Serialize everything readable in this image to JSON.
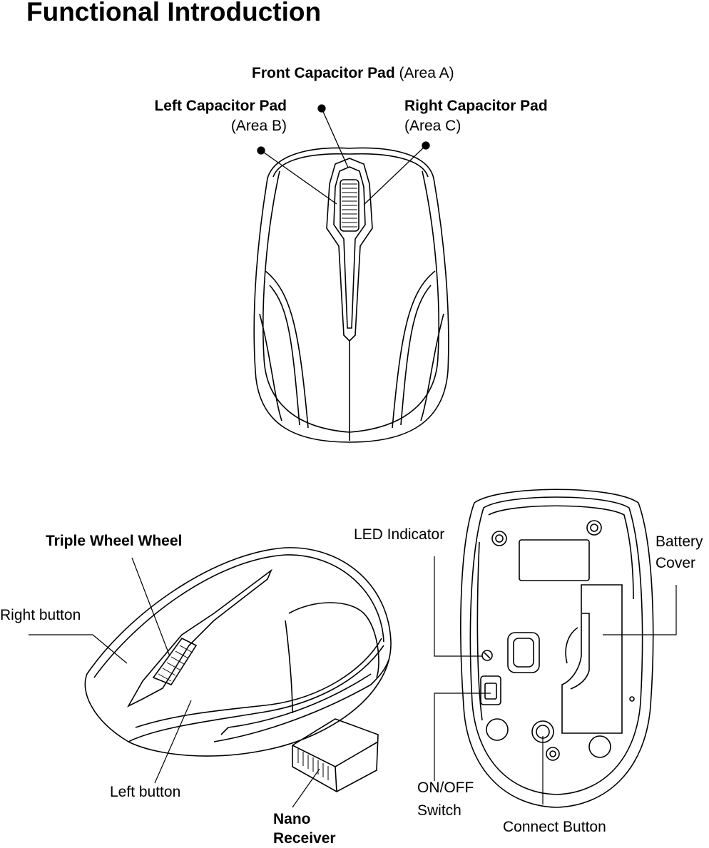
{
  "title": "Functional Introduction",
  "top_view": {
    "front_pad": {
      "name": "Front Capacitor Pad",
      "area": "(Area A)"
    },
    "left_pad": {
      "name": "Left Capacitor Pad",
      "area": "(Area B)"
    },
    "right_pad": {
      "name": "Right Capacitor Pad",
      "area": "(Area C)"
    }
  },
  "side_view": {
    "wheel": "Triple Wheel Wheel",
    "right_button": "Right button",
    "left_button": "Left button",
    "receiver_line1": "Nano",
    "receiver_line2": "Receiver"
  },
  "bottom_view": {
    "led": "LED Indicator",
    "battery_line1": "Battery",
    "battery_line2": "Cover",
    "switch_line1": "ON/OFF",
    "switch_line2": "Switch",
    "connect": "Connect Button"
  }
}
